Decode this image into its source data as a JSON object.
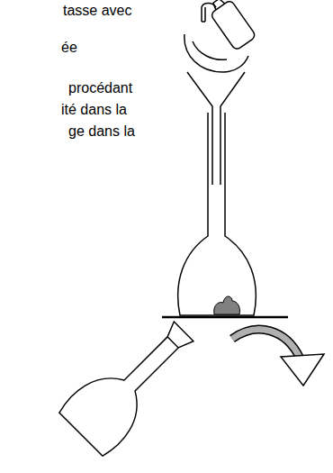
{
  "diagram": {
    "labels": [
      "tasse avec",
      "ée",
      "procédant",
      "ité dans la",
      "ge dans la"
    ]
  }
}
